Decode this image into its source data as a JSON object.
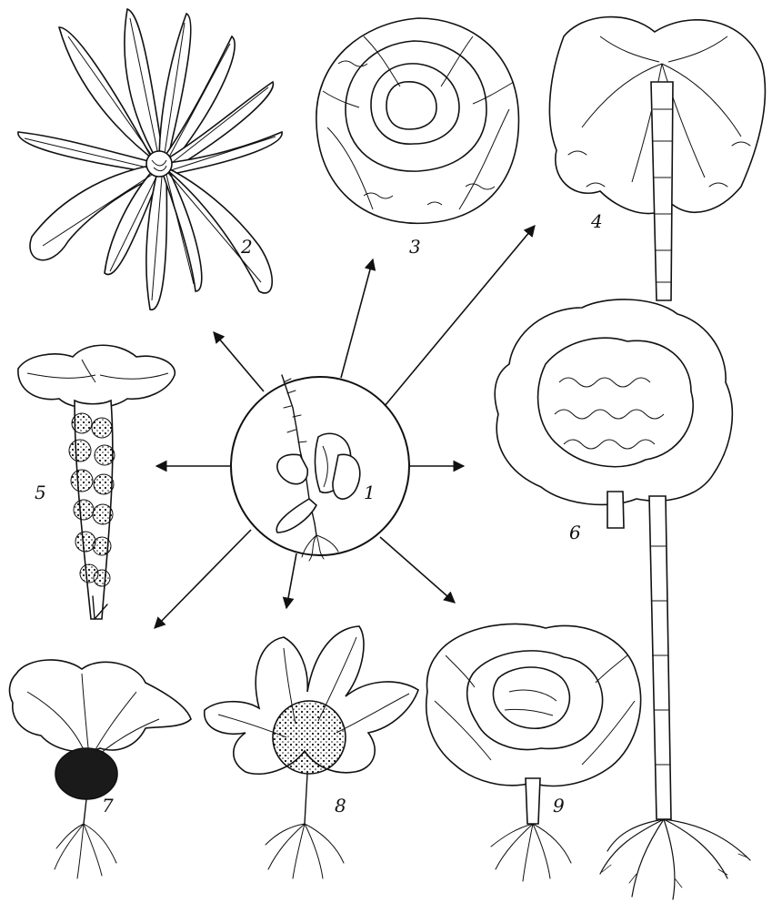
{
  "figure": {
    "labels": {
      "n1": "1",
      "n2": "2",
      "n3": "3",
      "n4": "4",
      "n5": "5",
      "n6": "6",
      "n7": "7",
      "n8": "8",
      "n9": "9"
    },
    "colors": {
      "ink": "#111111",
      "paper": "#ffffff",
      "shade": "#1a1a1a"
    },
    "illustrations": [
      "wild-cabbage-icon",
      "kale-icon",
      "savoy-cabbage-icon",
      "tree-cabbage-icon",
      "brussels-sprouts-icon",
      "curly-kale-tree-icon",
      "turnip-icon",
      "kohlrabi-icon",
      "head-cabbage-icon"
    ]
  }
}
